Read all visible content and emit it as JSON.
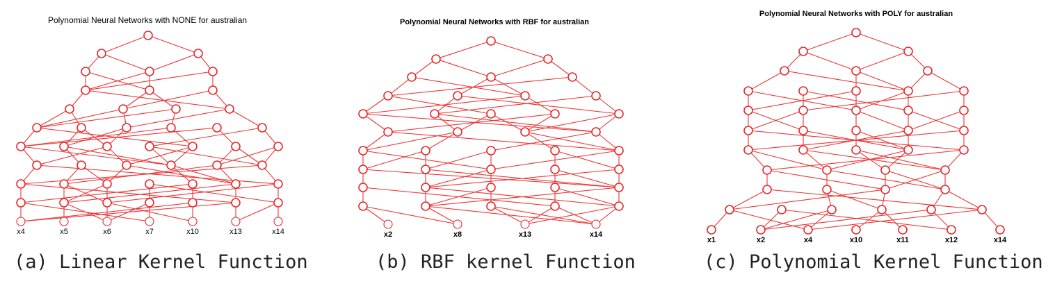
{
  "panels": [
    {
      "id": "a",
      "title": "Polynomial Neural Networks with NONE for australian",
      "caption": "(a) Linear Kernel Function",
      "inputs": [
        "x4",
        "x5",
        "x6",
        "x7",
        "x10",
        "x13",
        "x14"
      ]
    },
    {
      "id": "b",
      "title": "Polynomial Neural Networks with RBF for australian",
      "caption": "(b) RBF kernel Function",
      "inputs": [
        "x2",
        "x8",
        "x13",
        "x14"
      ]
    },
    {
      "id": "c",
      "title": "Polynomial Neural Networks with POLY for australian",
      "caption": "(c) Polynomial Kernel Function",
      "inputs": [
        "x1",
        "x2",
        "x4",
        "x10",
        "x11",
        "x12",
        "x14"
      ]
    }
  ],
  "colors": {
    "node": "#e8262a",
    "edge": "#ee3333",
    "text": "#000000"
  }
}
